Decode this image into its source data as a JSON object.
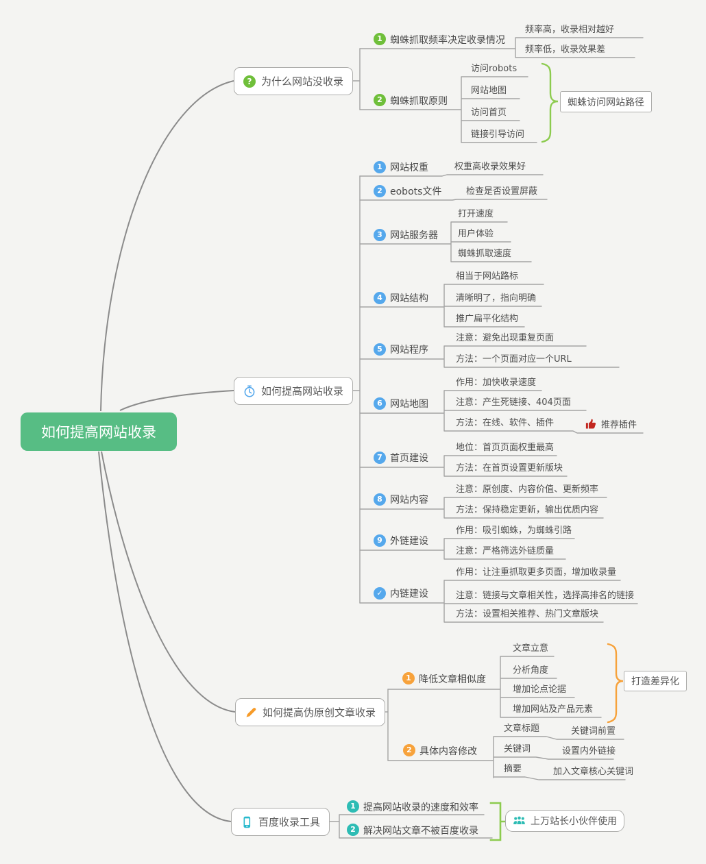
{
  "canvas": {
    "background": "#f4f4f2"
  },
  "colors": {
    "root_green": "#57bd84",
    "branch1_accent": "#6fbf3a",
    "branch2_accent": "#55a8ec",
    "branch3_accent": "#f7a23b",
    "branch4_accent": "#2dbcb4",
    "thumb_red": "#c2261f",
    "brace_green": "#8ccb4e",
    "brace_orange": "#f7a23b",
    "line_gray": "#a3a3a3"
  },
  "root": {
    "label": "如何提高网站收录"
  },
  "branches": [
    {
      "id": "why-not-indexed",
      "icon": "question-icon",
      "label": "为什么网站没收录",
      "children": [
        {
          "num": "1",
          "label": "蜘蛛抓取频率决定收录情况",
          "leaves": [
            "频率高，收录相对越好",
            "频率低，收录效果差"
          ]
        },
        {
          "num": "2",
          "label": "蜘蛛抓取原则",
          "leaves": [
            "访问robots",
            "网站地图",
            "访问首页",
            "链接引导访问"
          ],
          "callout": "蜘蛛访问网站路径"
        }
      ]
    },
    {
      "id": "improve-site-indexing",
      "icon": "stopwatch-icon",
      "label": "如何提高网站收录",
      "children": [
        {
          "num": "1",
          "label": "网站权重",
          "leaves": [
            "权重高收录效果好"
          ]
        },
        {
          "num": "2",
          "label": "eobots文件",
          "leaves": [
            "检查是否设置屏蔽"
          ]
        },
        {
          "num": "3",
          "label": "网站服务器",
          "leaves": [
            "打开速度",
            "用户体验",
            "蜘蛛抓取速度"
          ]
        },
        {
          "num": "4",
          "label": "网站结构",
          "leaves": [
            "相当于网站路标",
            "清晰明了，指向明确",
            "推广扁平化结构"
          ]
        },
        {
          "num": "5",
          "label": "网站程序",
          "leaves": [
            "注意：避免出现重复页面",
            "方法：一个页面对应一个URL"
          ]
        },
        {
          "num": "6",
          "label": "网站地图",
          "leaves": [
            "作用：加快收录速度",
            "注意：产生死链接、404页面",
            "方法：在线、软件、插件"
          ],
          "extra": "推荐插件",
          "extra_icon": "thumbs-up-icon"
        },
        {
          "num": "7",
          "label": "首页建设",
          "leaves": [
            "地位：首页页面权重最高",
            "方法：在首页设置更新版块"
          ]
        },
        {
          "num": "8",
          "label": "网站内容",
          "leaves": [
            "注意：原创度、内容价值、更新频率",
            "方法：保持稳定更新，输出优质内容"
          ]
        },
        {
          "num": "9",
          "label": "外链建设",
          "leaves": [
            "作用：吸引蜘蛛，为蜘蛛引路",
            "注意：严格筛选外链质量"
          ]
        },
        {
          "num": "✓",
          "label": "内链建设",
          "leaves": [
            "作用：让注重抓取更多页面，增加收录量",
            "注意：链接与文章相关性，选择高排名的链接",
            "方法：设置相关推荐、热门文章版块"
          ]
        }
      ]
    },
    {
      "id": "pseudo-original-articles",
      "icon": "pencil-icon",
      "label": "如何提高伪原创文章收录",
      "children": [
        {
          "num": "1",
          "label": "降低文章相似度",
          "leaves": [
            "文章立意",
            "分析角度",
            "增加论点论据",
            "增加网站及产品元素"
          ],
          "callout": "打造差异化"
        },
        {
          "num": "2",
          "label": "具体内容修改",
          "pairs": [
            [
              "文章标题",
              "关键词前置"
            ],
            [
              "关键词",
              "设置内外链接"
            ],
            [
              "摘要",
              "加入文章核心关键词"
            ]
          ]
        }
      ]
    },
    {
      "id": "baidu-indexing-tool",
      "icon": "phone-icon",
      "label": "百度收录工具",
      "children": [
        {
          "num": "1",
          "label": "提高网站收录的速度和效率"
        },
        {
          "num": "2",
          "label": "解决网站文章不被百度收录"
        }
      ],
      "callout": "上万站长小伙伴使用",
      "callout_icon": "users-icon"
    }
  ]
}
